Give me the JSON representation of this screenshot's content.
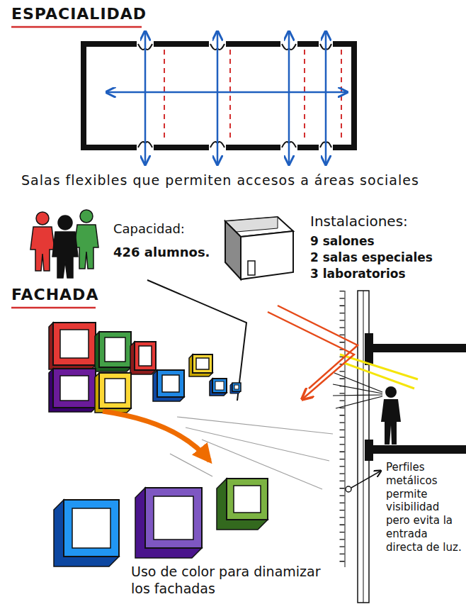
{
  "diagram": {
    "labels": [
      "ESPACIALIDAD",
      "Salas flexibles que permiten accesos a áreas sociales",
      "Capacidad:",
      "426 alumnos.",
      "Instalaciones:",
      "9 salones",
      "2 salas especiales",
      "3 laboratorios",
      "FACHADA",
      "Uso de color para dinamizar los fachadas",
      "Perfiles metálicos permite visibilidad pero evita la entrada directa de luz."
    ]
  }
}
